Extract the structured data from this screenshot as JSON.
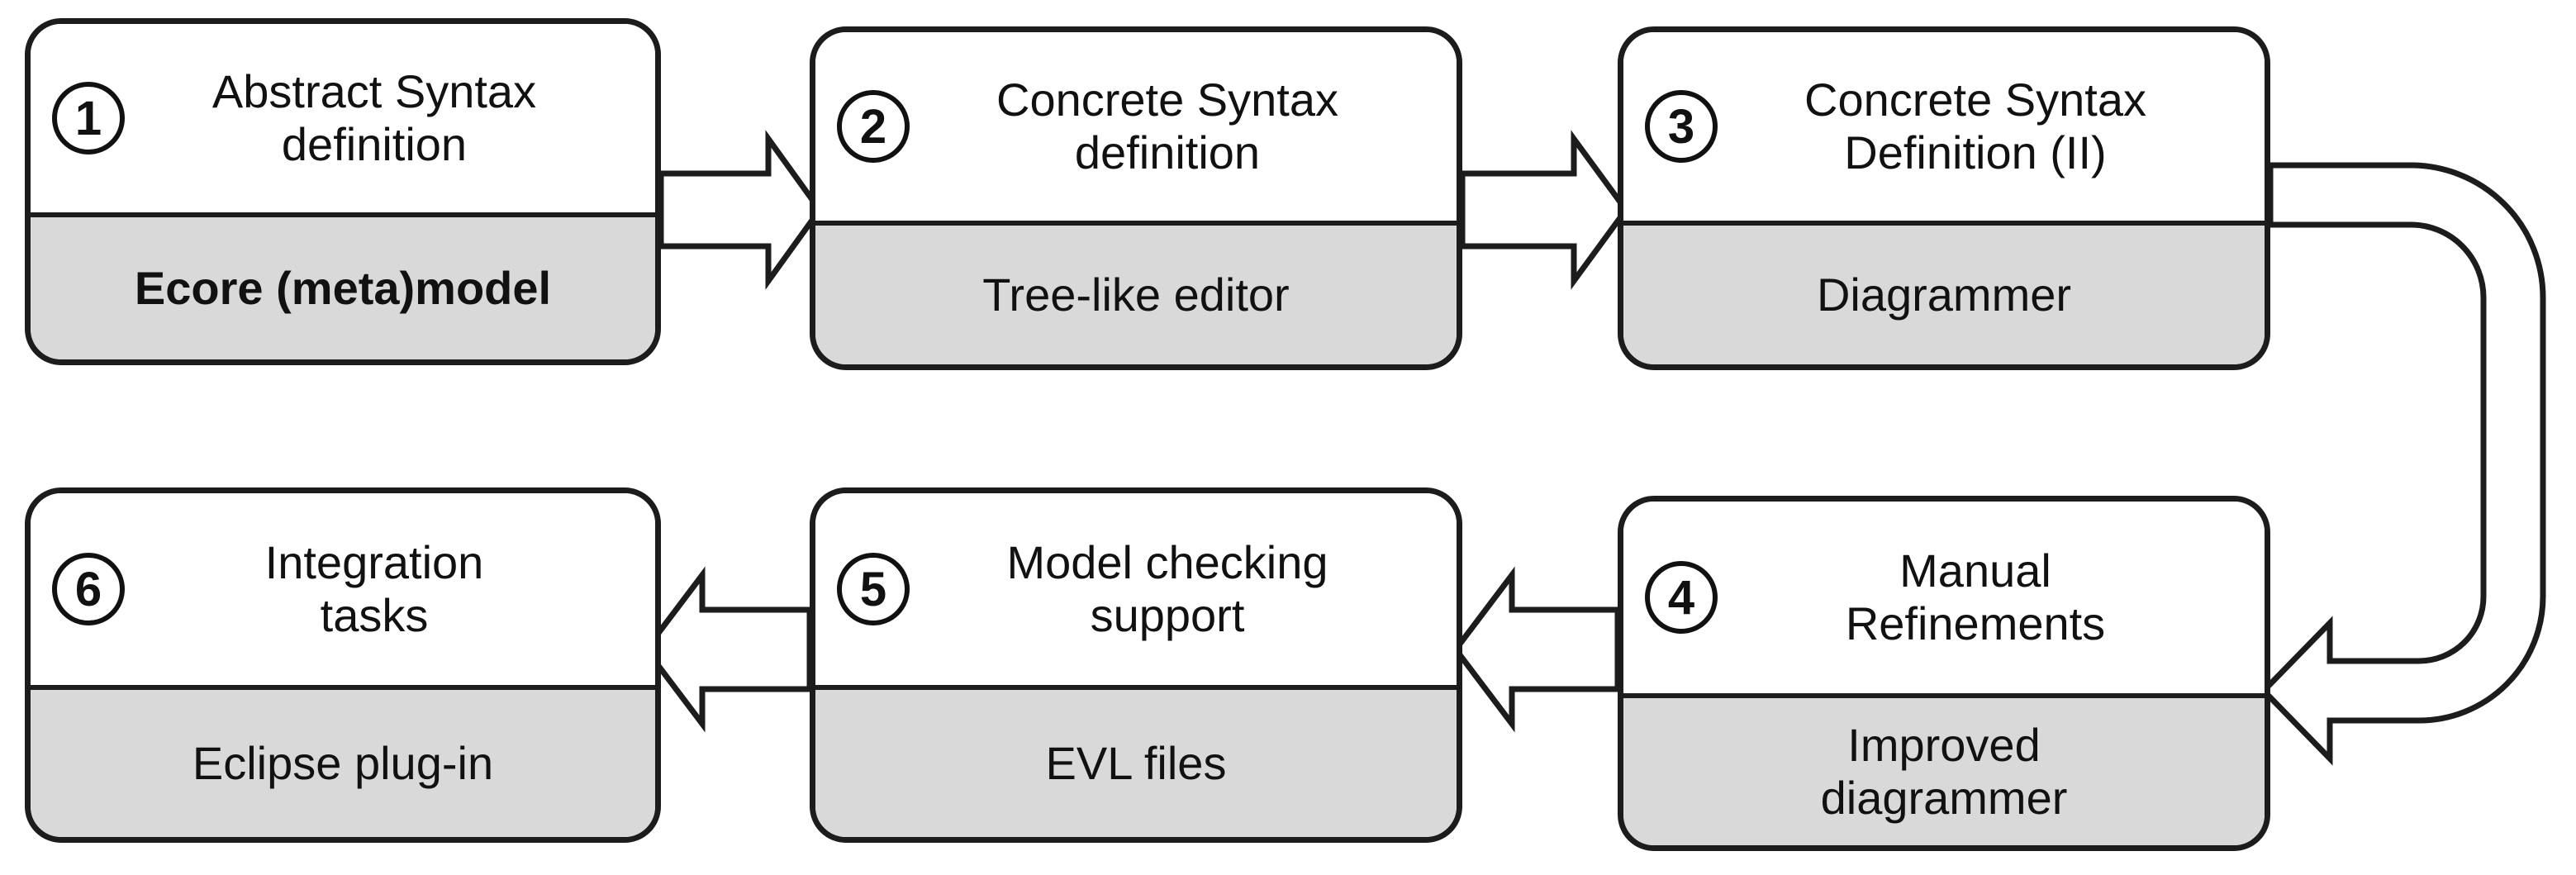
{
  "steps": [
    {
      "number": "1",
      "title_lines": [
        "Abstract Syntax",
        "definition"
      ],
      "tool_lines": [
        "Ecore (meta)model"
      ]
    },
    {
      "number": "2",
      "title_lines": [
        "Concrete Syntax",
        "definition"
      ],
      "tool_lines": [
        "Tree-like editor"
      ]
    },
    {
      "number": "3",
      "title_lines": [
        "Concrete Syntax",
        "Definition (II)"
      ],
      "tool_lines": [
        "Diagrammer"
      ]
    },
    {
      "number": "4",
      "title_lines": [
        "Manual",
        "Refinements"
      ],
      "tool_lines": [
        "Improved",
        "diagrammer"
      ]
    },
    {
      "number": "5",
      "title_lines": [
        "Model checking",
        "support"
      ],
      "tool_lines": [
        "EVL files"
      ]
    },
    {
      "number": "6",
      "title_lines": [
        "Integration",
        "tasks"
      ],
      "tool_lines": [
        "Eclipse plug-in"
      ]
    }
  ],
  "colors": {
    "outline": "#1c1c1c",
    "header_fill": "#ffffff",
    "tool_fill": "#d9d9d9",
    "arrow_fill": "#ffffff"
  }
}
